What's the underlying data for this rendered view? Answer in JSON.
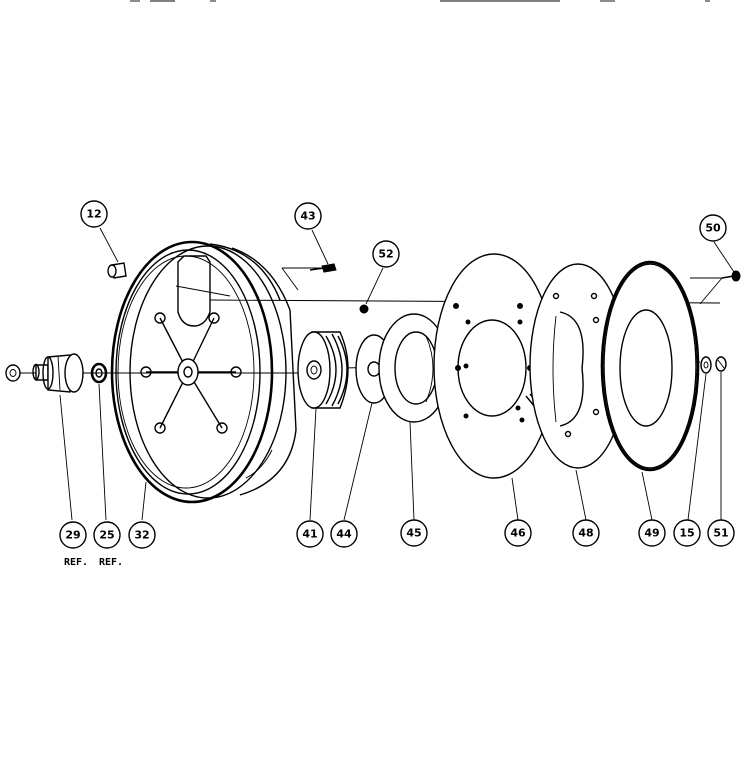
{
  "callouts": {
    "c12": "12",
    "c43": "43",
    "c52": "52",
    "c50": "50",
    "c29": "29",
    "c25": "25",
    "c32": "32",
    "c41": "41",
    "c44": "44",
    "c45": "45",
    "c46": "46",
    "c48": "48",
    "c49": "49",
    "c15": "15",
    "c51": "51"
  },
  "ref_labels": {
    "r29": "REF.",
    "r25": "REF."
  },
  "colors": {
    "ink": "#000000",
    "paper": "#ffffff"
  }
}
